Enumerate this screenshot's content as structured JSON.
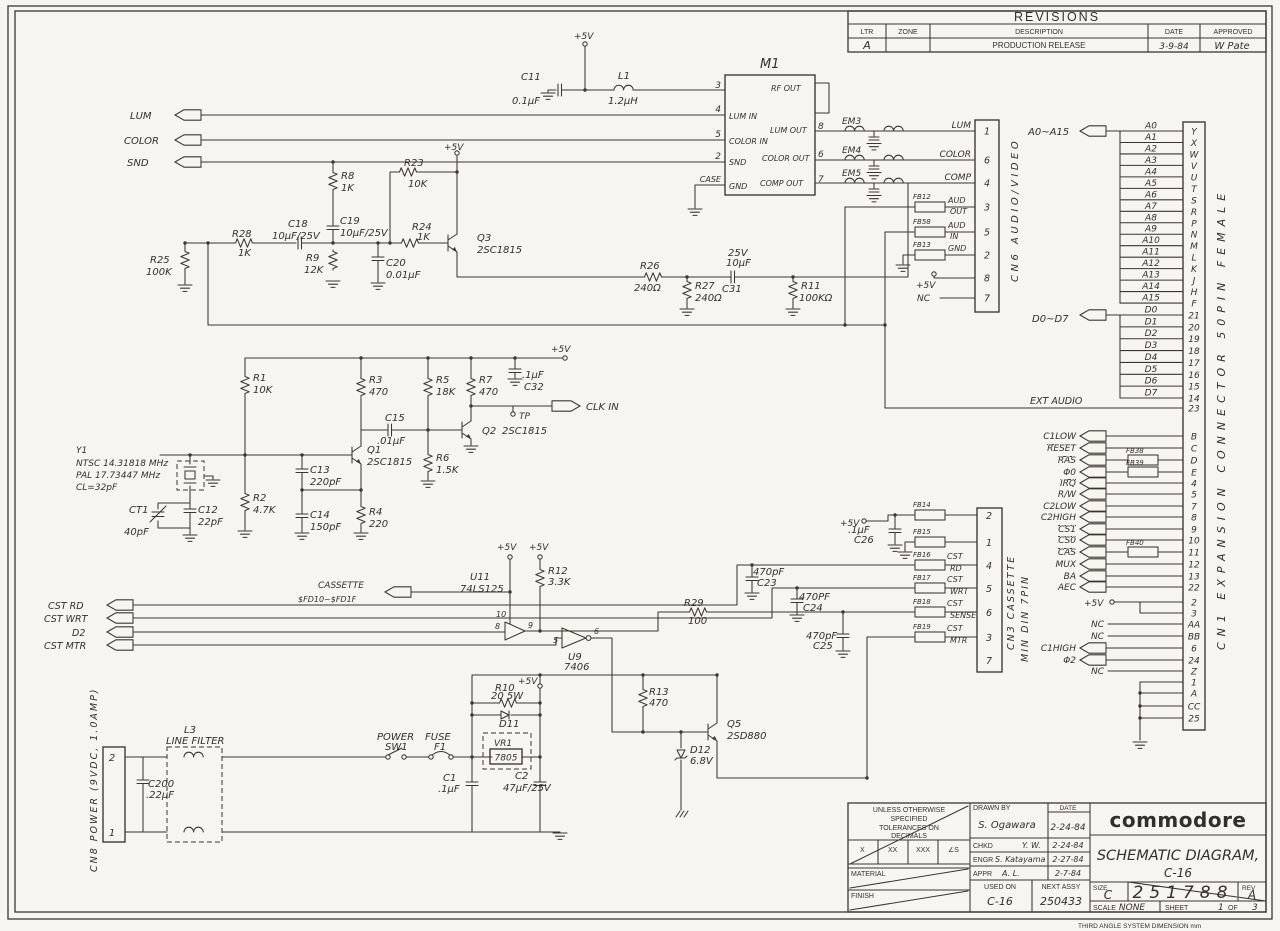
{
  "meta": {
    "paper": "#f7f5ef",
    "ink": "#3a372f"
  },
  "revisions": {
    "title": "REVISIONS",
    "col_ltr": "LTR",
    "col_zone": "ZONE",
    "col_desc": "DESCRIPTION",
    "col_date": "DATE",
    "col_appr": "APPROVED",
    "row": {
      "ltr": "A",
      "desc": "PRODUCTION RELEASE",
      "date": "3-9-84",
      "appr": "W Pate"
    }
  },
  "titleblock": {
    "tol1": "UNLESS OTHERWISE",
    "tol2": "SPECIFIED",
    "tol3": "TOLERANCES ON",
    "tol4": "DECIMALS",
    "tolx": "X",
    "tolxx": "XX",
    "tolxxx": "XXX",
    "tolang": "∠S",
    "material": "MATERIAL",
    "finish": "FINISH",
    "drawn_label": "DRAWN BY",
    "drawn": "S. Ogawara",
    "date_label": "DATE",
    "drawn_date": "2-24-84",
    "chkd_label": "CHKD",
    "chkd": "Y. W.",
    "chkd_date": "2-24-84",
    "engr_label": "ENGR",
    "engr": "S. Katayama",
    "engr_date": "2-27-84",
    "appr_label": "APPR",
    "appr": "A. L.",
    "appr_date": "2-7-84",
    "used_label": "USED ON",
    "used": "C-16",
    "next_label": "NEXT ASSY",
    "next": "250433",
    "brand": "commodore",
    "doc1": "SCHEMATIC DIAGRAM,",
    "doc2": "C-16",
    "size_label": "SIZE",
    "size": "C",
    "drawing_no": "251788",
    "rev_label": "REV",
    "rev": "A",
    "scale_label": "SCALE",
    "scale": "NONE",
    "sheet_label": "SHEET",
    "sheet": "1",
    "of": "OF",
    "sheets": "3",
    "footer": "THIRD ANGLE SYSTEM        DIMENSION  mm"
  },
  "left": {
    "lum": "LUM",
    "color": "COLOR",
    "snd": "SND",
    "cst_rd": "CST RD",
    "cst_wrt": "CST WRT",
    "d2": "D2",
    "cst_mtr": "CST MTR"
  },
  "cassette_label1": "CASSETTE",
  "cassette_label2": "$FD10~$FD1F",
  "m1": {
    "ref": "M1",
    "pin3": "3",
    "pin4": "4",
    "pin5": "5",
    "pin2": "2",
    "case": "CASE",
    "lum_in": "LUM IN",
    "color_in": "COLOR IN",
    "snd": "SND",
    "gnd": "GND",
    "rf_out": "RF OUT",
    "lum_out": "LUM OUT",
    "color_out": "COLOR OUT",
    "comp_out": "COMP OUT",
    "p8": "8",
    "p6": "6",
    "p7": "7"
  },
  "cn6": {
    "name": "CN6  AUDIO/VIDEO",
    "rows": [
      {
        "sig": "LUM",
        "pin": "1",
        "em": "EM3"
      },
      {
        "sig": "COLOR",
        "pin": "6",
        "em": "EM4"
      },
      {
        "sig": "COMP",
        "pin": "4",
        "em": "EM5"
      },
      {
        "sig": "AUD OUT",
        "pin": "3",
        "fb": "FB12"
      },
      {
        "sig": "AUD IN",
        "pin": "5",
        "fb": "FB58"
      },
      {
        "sig": "GND",
        "pin": "2",
        "fb": "FB13"
      },
      {
        "sig": "+5V",
        "pin": "8"
      },
      {
        "sig": "NC",
        "pin": "7"
      }
    ]
  },
  "cn1": {
    "name": "CN1  EXPANSION CONNECTOR  50PIN FEMALE",
    "addr_label": "A0~A15",
    "data_label": "D0~D7",
    "ext_audio": "EXT AUDIO",
    "ext_pin": "23",
    "addr": [
      [
        "A0",
        "Y"
      ],
      [
        "A1",
        "X"
      ],
      [
        "A2",
        "W"
      ],
      [
        "A3",
        "V"
      ],
      [
        "A4",
        "U"
      ],
      [
        "A5",
        "T"
      ],
      [
        "A6",
        "S"
      ],
      [
        "A7",
        "R"
      ],
      [
        "A8",
        "P"
      ],
      [
        "A9",
        "N"
      ],
      [
        "A10",
        "M"
      ],
      [
        "A11",
        "L"
      ],
      [
        "A12",
        "K"
      ],
      [
        "A13",
        "J"
      ],
      [
        "A14",
        "H"
      ],
      [
        "A15",
        "F"
      ]
    ],
    "data": [
      [
        "D0",
        "21"
      ],
      [
        "D1",
        "20"
      ],
      [
        "D2",
        "19"
      ],
      [
        "D3",
        "18"
      ],
      [
        "D4",
        "17"
      ],
      [
        "D5",
        "16"
      ],
      [
        "D6",
        "15"
      ],
      [
        "D7",
        "14"
      ]
    ],
    "ctrl": [
      {
        "sig": "C1LOW",
        "pin": "B"
      },
      {
        "sig": "RESET",
        "pin": "C",
        "ov": 1
      },
      {
        "sig": "RAS",
        "pin": "D",
        "ov": 1,
        "fb": "FB38"
      },
      {
        "sig": "Φ0",
        "pin": "E",
        "fb": "FB39"
      },
      {
        "sig": "IRQ",
        "pin": "4",
        "ov": 1
      },
      {
        "sig": "R/W",
        "pin": "5"
      },
      {
        "sig": "C2LOW",
        "pin": "7"
      },
      {
        "sig": "C2HIGH",
        "pin": "8"
      },
      {
        "sig": "CS1",
        "pin": "9",
        "ov": 1
      },
      {
        "sig": "CS0",
        "pin": "10",
        "ov": 1
      },
      {
        "sig": "CAS",
        "pin": "11",
        "ov": 1,
        "fb": "FB40"
      },
      {
        "sig": "MUX",
        "pin": "12"
      },
      {
        "sig": "BA",
        "pin": "13"
      },
      {
        "sig": "AEC",
        "pin": "22"
      }
    ],
    "p5pins": [
      "2",
      "3"
    ],
    "tail": [
      {
        "sig": "NC",
        "pin": "AA"
      },
      {
        "sig": "NC",
        "pin": "BB"
      },
      {
        "sig": "C1HIGH",
        "pin": "6",
        "arrow": 1
      },
      {
        "sig": "Φ2",
        "pin": "24",
        "arrow": 1
      },
      {
        "sig": "NC",
        "pin": "Z"
      }
    ],
    "gnd_pins": [
      "1",
      "A",
      "CC",
      "25"
    ]
  },
  "cn3": {
    "name1": "CN3  CASSETTE",
    "name2": "MIN  DIN 7PIN",
    "rows": [
      {
        "pin": "2",
        "fb": "FB14"
      },
      {
        "pin": "1",
        "fb": "FB15"
      },
      {
        "pin": "4",
        "fb": "FB16",
        "sig": "CST RD"
      },
      {
        "pin": "5",
        "fb": "FB17",
        "sig": "CST WRT"
      },
      {
        "pin": "6",
        "fb": "FB18",
        "sig": "CST SENSE"
      },
      {
        "pin": "3",
        "fb": "FB19",
        "sig": "CST MTR"
      },
      {
        "pin": "7"
      }
    ]
  },
  "cn8": {
    "name": "CN8 POWER (9VDC, 1.0AMP)",
    "pin2": "2",
    "pin1": "1"
  },
  "parts": {
    "r8": {
      "r": "R8",
      "v": "1K"
    },
    "r9": {
      "r": "R9",
      "v": "12K"
    },
    "r25": {
      "r": "R25",
      "v": "100K"
    },
    "r28": {
      "r": "R28",
      "v": "1K"
    },
    "c18": {
      "r": "C18",
      "v": "10μF/25V"
    },
    "c19": {
      "r": "C19",
      "v": "10μF/25V"
    },
    "c20": {
      "r": "C20",
      "v": "0.01μF"
    },
    "r23": {
      "r": "R23",
      "v": "10K"
    },
    "r24": {
      "r": "R24",
      "v": "1K"
    },
    "q3": {
      "r": "Q3",
      "v": "2SC1815"
    },
    "c11": {
      "r": "C11",
      "v": "0.1μF"
    },
    "l1": {
      "r": "L1",
      "v": "1.2μH"
    },
    "r26": {
      "r": "R26",
      "v": "240Ω"
    },
    "r27": {
      "r": "R27",
      "v": "240Ω"
    },
    "c31": {
      "r": "C31",
      "v": "10μF",
      "v2": "25V"
    },
    "r11": {
      "r": "R11",
      "v": "100KΩ"
    },
    "r1": {
      "r": "R1",
      "v": "10K"
    },
    "r3": {
      "r": "R3",
      "v": "470"
    },
    "r5": {
      "r": "R5",
      "v": "18K"
    },
    "r7": {
      "r": "R7",
      "v": "470"
    },
    "c32": {
      "r": "C32",
      "v": ".1μF"
    },
    "c15": {
      "r": "C15",
      "v": ".01μF"
    },
    "r6": {
      "r": "R6",
      "v": "1.5K"
    },
    "q1": {
      "r": "Q1",
      "v": "2SC1815"
    },
    "q2": {
      "r": "Q2",
      "v": "2SC1815"
    },
    "y1": {
      "r": "Y1",
      "l1": "NTSC 14.31818 MHz",
      "l2": "PAL 17.73447 MHz",
      "l3": "CL=32pF"
    },
    "ct1": {
      "r": "CT1",
      "v": "40pF"
    },
    "c12": {
      "r": "C12",
      "v": "22pF"
    },
    "r2": {
      "r": "R2",
      "v": "4.7K"
    },
    "c13": {
      "r": "C13",
      "v": "220pF"
    },
    "c14": {
      "r": "C14",
      "v": "150pF"
    },
    "r4": {
      "r": "R4",
      "v": "220"
    },
    "u11": {
      "r": "U11",
      "v": "74LS125",
      "p10": "10",
      "p8": "8",
      "p9": "9"
    },
    "r12": {
      "r": "R12",
      "v": "3.3K"
    },
    "u9": {
      "r": "U9",
      "v": "7406",
      "p5": "5",
      "p6": "6"
    },
    "r29": {
      "r": "R29",
      "v": "100"
    },
    "c23": {
      "r": "C23",
      "v": "470pF"
    },
    "c24": {
      "r": "C24",
      "v": "470PF"
    },
    "c25": {
      "r": "C25",
      "v": "470pF"
    },
    "c26": {
      "r": "C26",
      "v": ".1μF"
    },
    "l3": {
      "r": "L3",
      "v": "LINE FILTER"
    },
    "c200": {
      "r": "C200",
      "v": ".22μF"
    },
    "sw1": {
      "r": "POWER",
      "v": "SW1"
    },
    "f1": {
      "r": "FUSE",
      "v": "F1"
    },
    "c1": {
      "r": "C1",
      "v": ".1μF"
    },
    "vr1": {
      "r": "VR1",
      "v": "7805"
    },
    "c2": {
      "r": "C2",
      "v": "47μF/25V"
    },
    "r10": {
      "r": "R10",
      "v": "20  5W"
    },
    "d11": {
      "r": "D11"
    },
    "d12": {
      "r": "D12",
      "v": "6.8V"
    },
    "r13": {
      "r": "R13",
      "v": "470"
    },
    "q5": {
      "r": "Q5",
      "v": "2SD880"
    }
  },
  "misc": {
    "p5v": "+5V",
    "tp": "TP",
    "clk_in": "CLK IN",
    "nc": "NC",
    "case_gnd": "GND"
  }
}
